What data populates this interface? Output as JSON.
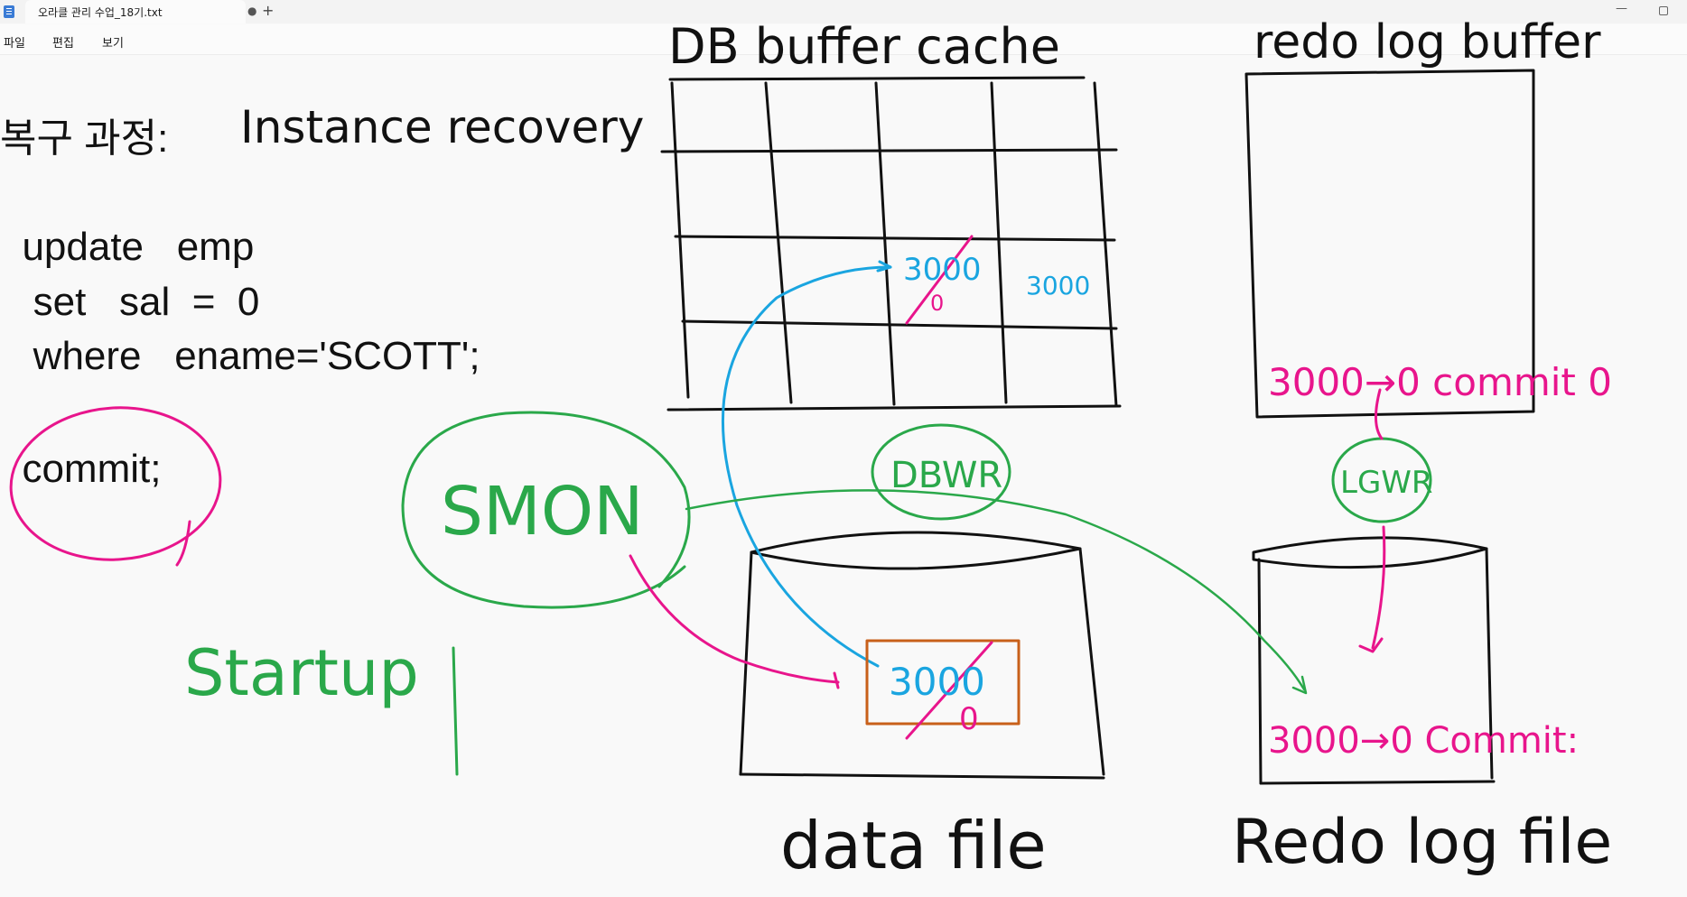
{
  "window": {
    "tab_title": "오라클 관리 수업_18기.txt",
    "unsaved_marker": "●",
    "new_tab": "+",
    "minimize": "—"
  },
  "menu": {
    "file": "파일",
    "edit": "편집",
    "view": "보기"
  },
  "document": {
    "line1": "복구 과정:",
    "line2": "  update   emp",
    "line3": "   set   sal  =  0",
    "line4": "   where   ename='SCOTT';",
    "line5": "  commit;"
  },
  "annotations": {
    "instance_recovery": "Instance recovery",
    "db_buffer_cache": "DB buffer cache",
    "redo_log_buffer": "redo log buffer",
    "buffer_old_value": "3000",
    "buffer_new_value": "0",
    "buffer_other_value": "3000",
    "redo_buffer_entry": "3000→0 commit 0",
    "dbwr": "DBWR",
    "lgwr": "LGWR",
    "smon": "SMON",
    "startup": "Startup",
    "datafile_old_value": "3000",
    "datafile_new_value": "0",
    "redo_file_entry": "3000→0 Commit:",
    "data_file": "data file",
    "redo_log_file": "Redo log file"
  },
  "colors": {
    "black_ink": "#111111",
    "blue_ink": "#1aa5e0",
    "pink_ink": "#e8158c",
    "green_ink": "#2aa84a",
    "orange_ink": "#c8601a"
  }
}
